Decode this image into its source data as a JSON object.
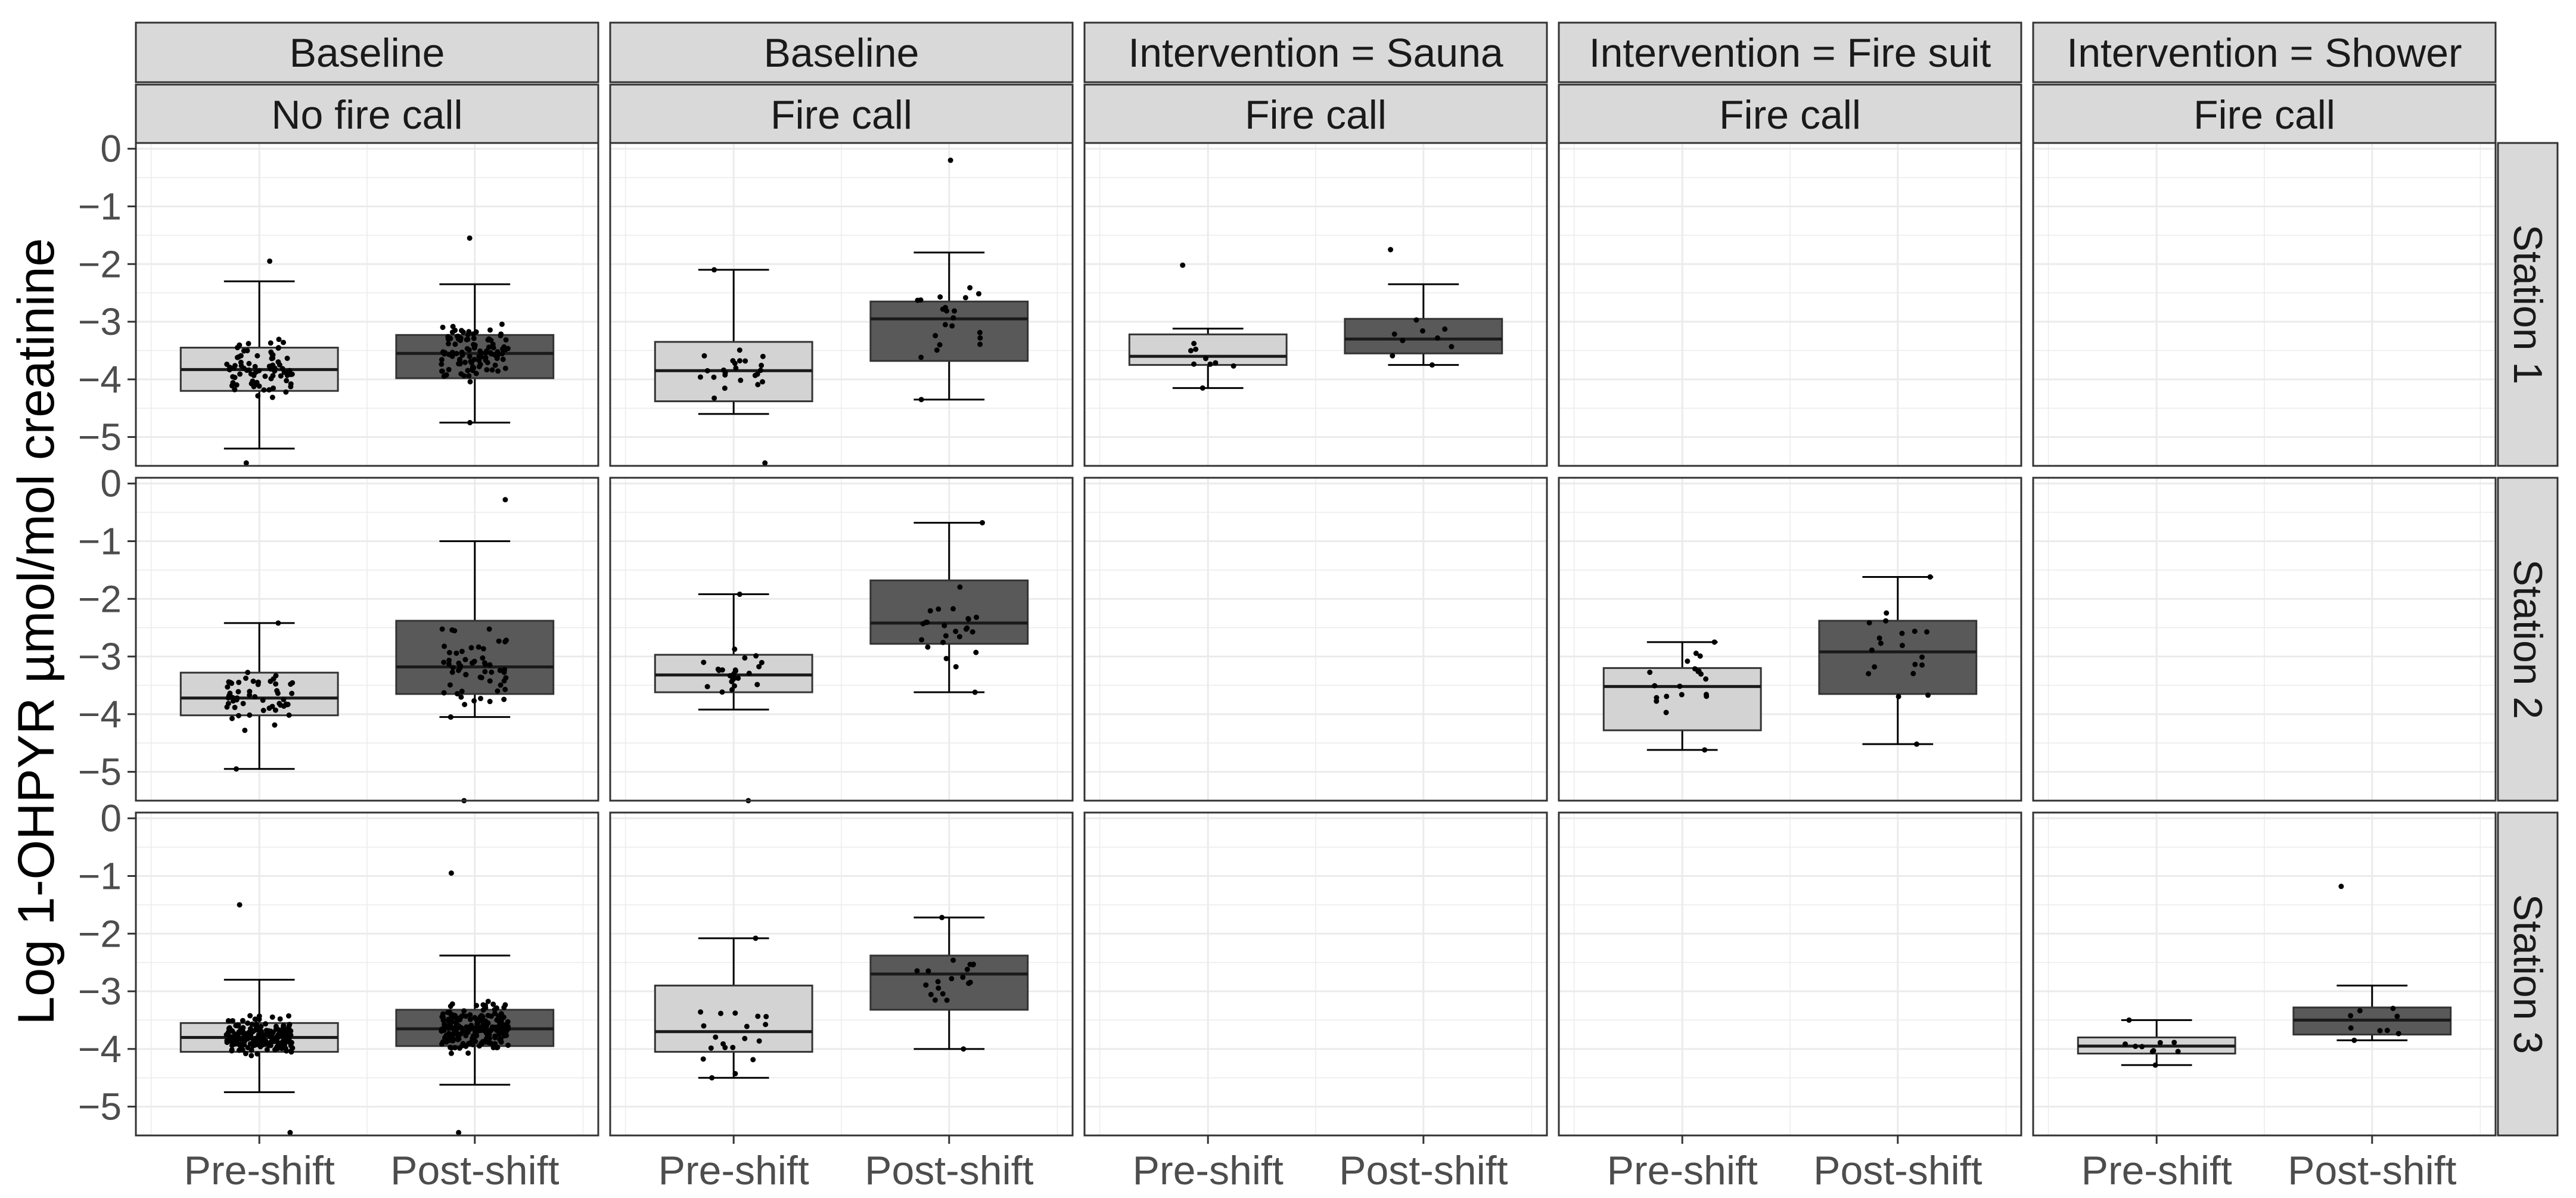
{
  "chart_data": {
    "type": "box",
    "ylabel": "Log 1-OHPYR µmol/mol creatinine",
    "ylim": [
      -5.5,
      0.1
    ],
    "yticks": [
      0,
      -1,
      -2,
      -3,
      -4,
      -5
    ],
    "ytick_labels": [
      "0",
      "−1",
      "−2",
      "−3",
      "−4",
      "−5"
    ],
    "categories": [
      "Pre-shift",
      "Post-shift"
    ],
    "colors": {
      "Pre-shift": "#d3d3d3",
      "Post-shift": "#595959",
      "strip_bg": "#d9d9d9",
      "strip_border": "#333333",
      "grid": "#ebebeb",
      "panel_border": "#333333",
      "points": "#000000"
    },
    "grid": true,
    "legend": "none",
    "columns": [
      {
        "top": "Baseline",
        "bottom": "No fire call"
      },
      {
        "top": "Baseline",
        "bottom": "Fire call"
      },
      {
        "top": "Intervention = Sauna",
        "bottom": "Fire call"
      },
      {
        "top": "Intervention = Fire suit",
        "bottom": "Fire call"
      },
      {
        "top": "Intervention = Shower",
        "bottom": "Fire call"
      }
    ],
    "rows": [
      "Station 1",
      "Station 2",
      "Station 3"
    ],
    "panels": [
      {
        "row": 0,
        "col": 0,
        "boxes": [
          {
            "group": "Pre-shift",
            "whisker_low": -5.2,
            "q1": -4.2,
            "median": -3.83,
            "q3": -3.45,
            "whisker_high": -2.3,
            "n": 80,
            "point_min": -5.45,
            "point_max": -1.95
          },
          {
            "group": "Post-shift",
            "whisker_low": -4.75,
            "q1": -3.98,
            "median": -3.55,
            "q3": -3.23,
            "whisker_high": -2.35,
            "n": 110,
            "point_min": -4.75,
            "point_max": -1.55
          }
        ]
      },
      {
        "row": 0,
        "col": 1,
        "boxes": [
          {
            "group": "Pre-shift",
            "whisker_low": -4.6,
            "q1": -4.38,
            "median": -3.85,
            "q3": -3.35,
            "whisker_high": -2.1,
            "n": 25,
            "point_min": -5.45,
            "point_max": -2.1
          },
          {
            "group": "Post-shift",
            "whisker_low": -4.35,
            "q1": -3.68,
            "median": -2.95,
            "q3": -2.65,
            "whisker_high": -1.8,
            "n": 22,
            "point_min": -4.35,
            "point_max": -0.2
          }
        ]
      },
      {
        "row": 0,
        "col": 2,
        "boxes": [
          {
            "group": "Pre-shift",
            "whisker_low": -4.15,
            "q1": -3.75,
            "median": -3.6,
            "q3": -3.22,
            "whisker_high": -3.12,
            "n": 10,
            "point_min": -4.15,
            "point_max": -2.02
          },
          {
            "group": "Post-shift",
            "whisker_low": -3.75,
            "q1": -3.55,
            "median": -3.3,
            "q3": -2.95,
            "whisker_high": -2.35,
            "n": 10,
            "point_min": -3.75,
            "point_max": -1.75
          }
        ]
      },
      {
        "row": 1,
        "col": 0,
        "boxes": [
          {
            "group": "Pre-shift",
            "whisker_low": -4.95,
            "q1": -4.02,
            "median": -3.72,
            "q3": -3.28,
            "whisker_high": -2.42,
            "n": 55,
            "point_min": -4.95,
            "point_max": -2.42
          },
          {
            "group": "Post-shift",
            "whisker_low": -4.05,
            "q1": -3.65,
            "median": -3.18,
            "q3": -2.38,
            "whisker_high": -1.0,
            "n": 60,
            "point_min": -5.5,
            "point_max": -0.28
          }
        ]
      },
      {
        "row": 1,
        "col": 1,
        "boxes": [
          {
            "group": "Pre-shift",
            "whisker_low": -3.92,
            "q1": -3.62,
            "median": -3.32,
            "q3": -2.97,
            "whisker_high": -1.92,
            "n": 25,
            "point_min": -5.5,
            "point_max": -1.92
          },
          {
            "group": "Post-shift",
            "whisker_low": -3.62,
            "q1": -2.78,
            "median": -2.42,
            "q3": -1.68,
            "whisker_high": -0.68,
            "n": 25,
            "point_min": -3.62,
            "point_max": -0.68
          }
        ]
      },
      {
        "row": 1,
        "col": 3,
        "boxes": [
          {
            "group": "Pre-shift",
            "whisker_low": -4.62,
            "q1": -4.28,
            "median": -3.52,
            "q3": -3.2,
            "whisker_high": -2.75,
            "n": 20,
            "point_min": -4.62,
            "point_max": -2.75
          },
          {
            "group": "Post-shift",
            "whisker_low": -4.52,
            "q1": -3.65,
            "median": -2.92,
            "q3": -2.38,
            "whisker_high": -1.62,
            "n": 20,
            "point_min": -4.52,
            "point_max": -1.62
          }
        ]
      },
      {
        "row": 2,
        "col": 0,
        "boxes": [
          {
            "group": "Pre-shift",
            "whisker_low": -4.75,
            "q1": -4.05,
            "median": -3.8,
            "q3": -3.55,
            "whisker_high": -2.8,
            "n": 190,
            "point_min": -5.45,
            "point_max": -1.5
          },
          {
            "group": "Post-shift",
            "whisker_low": -4.62,
            "q1": -3.95,
            "median": -3.65,
            "q3": -3.32,
            "whisker_high": -2.38,
            "n": 210,
            "point_min": -5.45,
            "point_max": -0.95
          }
        ]
      },
      {
        "row": 2,
        "col": 1,
        "boxes": [
          {
            "group": "Pre-shift",
            "whisker_low": -4.5,
            "q1": -4.05,
            "median": -3.7,
            "q3": -2.9,
            "whisker_high": -2.08,
            "n": 20,
            "point_min": -4.5,
            "point_max": -2.08
          },
          {
            "group": "Post-shift",
            "whisker_low": -4.0,
            "q1": -3.32,
            "median": -2.7,
            "q3": -2.38,
            "whisker_high": -1.72,
            "n": 20,
            "point_min": -4.0,
            "point_max": -1.72
          }
        ]
      },
      {
        "row": 2,
        "col": 4,
        "boxes": [
          {
            "group": "Pre-shift",
            "whisker_low": -4.28,
            "q1": -4.08,
            "median": -3.95,
            "q3": -3.8,
            "whisker_high": -3.5,
            "n": 10,
            "point_min": -4.28,
            "point_max": -3.5
          },
          {
            "group": "Post-shift",
            "whisker_low": -3.85,
            "q1": -3.75,
            "median": -3.5,
            "q3": -3.28,
            "whisker_high": -2.9,
            "n": 10,
            "point_min": -3.85,
            "point_max": -1.18
          }
        ]
      }
    ]
  }
}
